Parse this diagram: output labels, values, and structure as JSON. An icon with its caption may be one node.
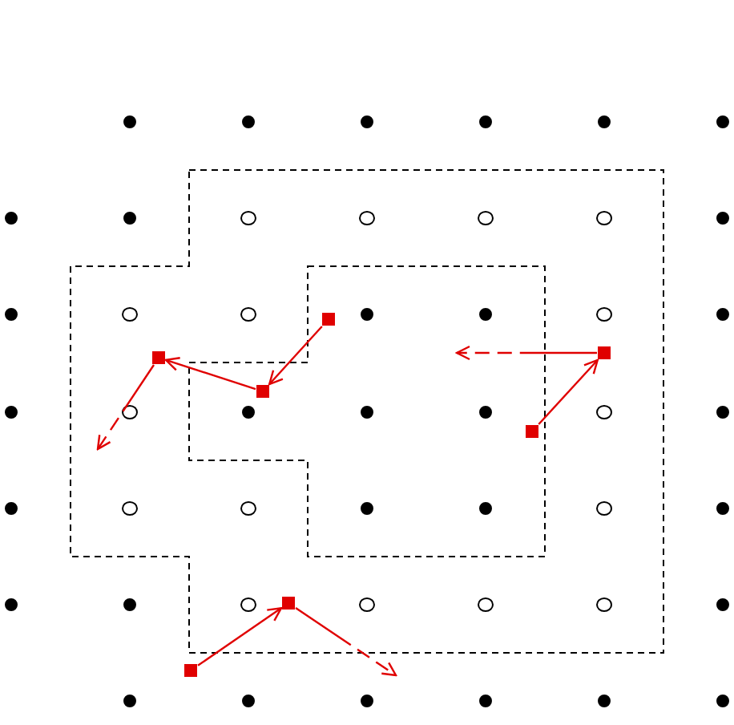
{
  "diagram": {
    "nodes": [
      {
        "text": [],
        "shape": "box"
      },
      {
        "text": [],
        "shape": "box"
      },
      {
        "text": [],
        "shape": "box"
      },
      {
        "text": [],
        "shape": "box"
      },
      {
        "text": [],
        "shape": "box"
      },
      {
        "text": [],
        "shape": "box"
      },
      {
        "text": [],
        "shape": "box"
      }
    ],
    "edges": [
      {
        "from": 0,
        "to": 3,
        "arrow": "to"
      },
      {
        "from": 3,
        "to": 2,
        "arrow": "to"
      },
      {
        "from": 2,
        "to": null,
        "arrow": "to",
        "style": "dashed"
      },
      {
        "from": 4,
        "to": 1,
        "arrow": "to"
      },
      {
        "from": 1,
        "to": null,
        "arrow": "to",
        "style": "dashed"
      },
      {
        "from": 6,
        "to": 5,
        "arrow": "to"
      },
      {
        "from": 5,
        "to": null,
        "arrow": "to",
        "style": "dashed"
      }
    ]
  }
}
